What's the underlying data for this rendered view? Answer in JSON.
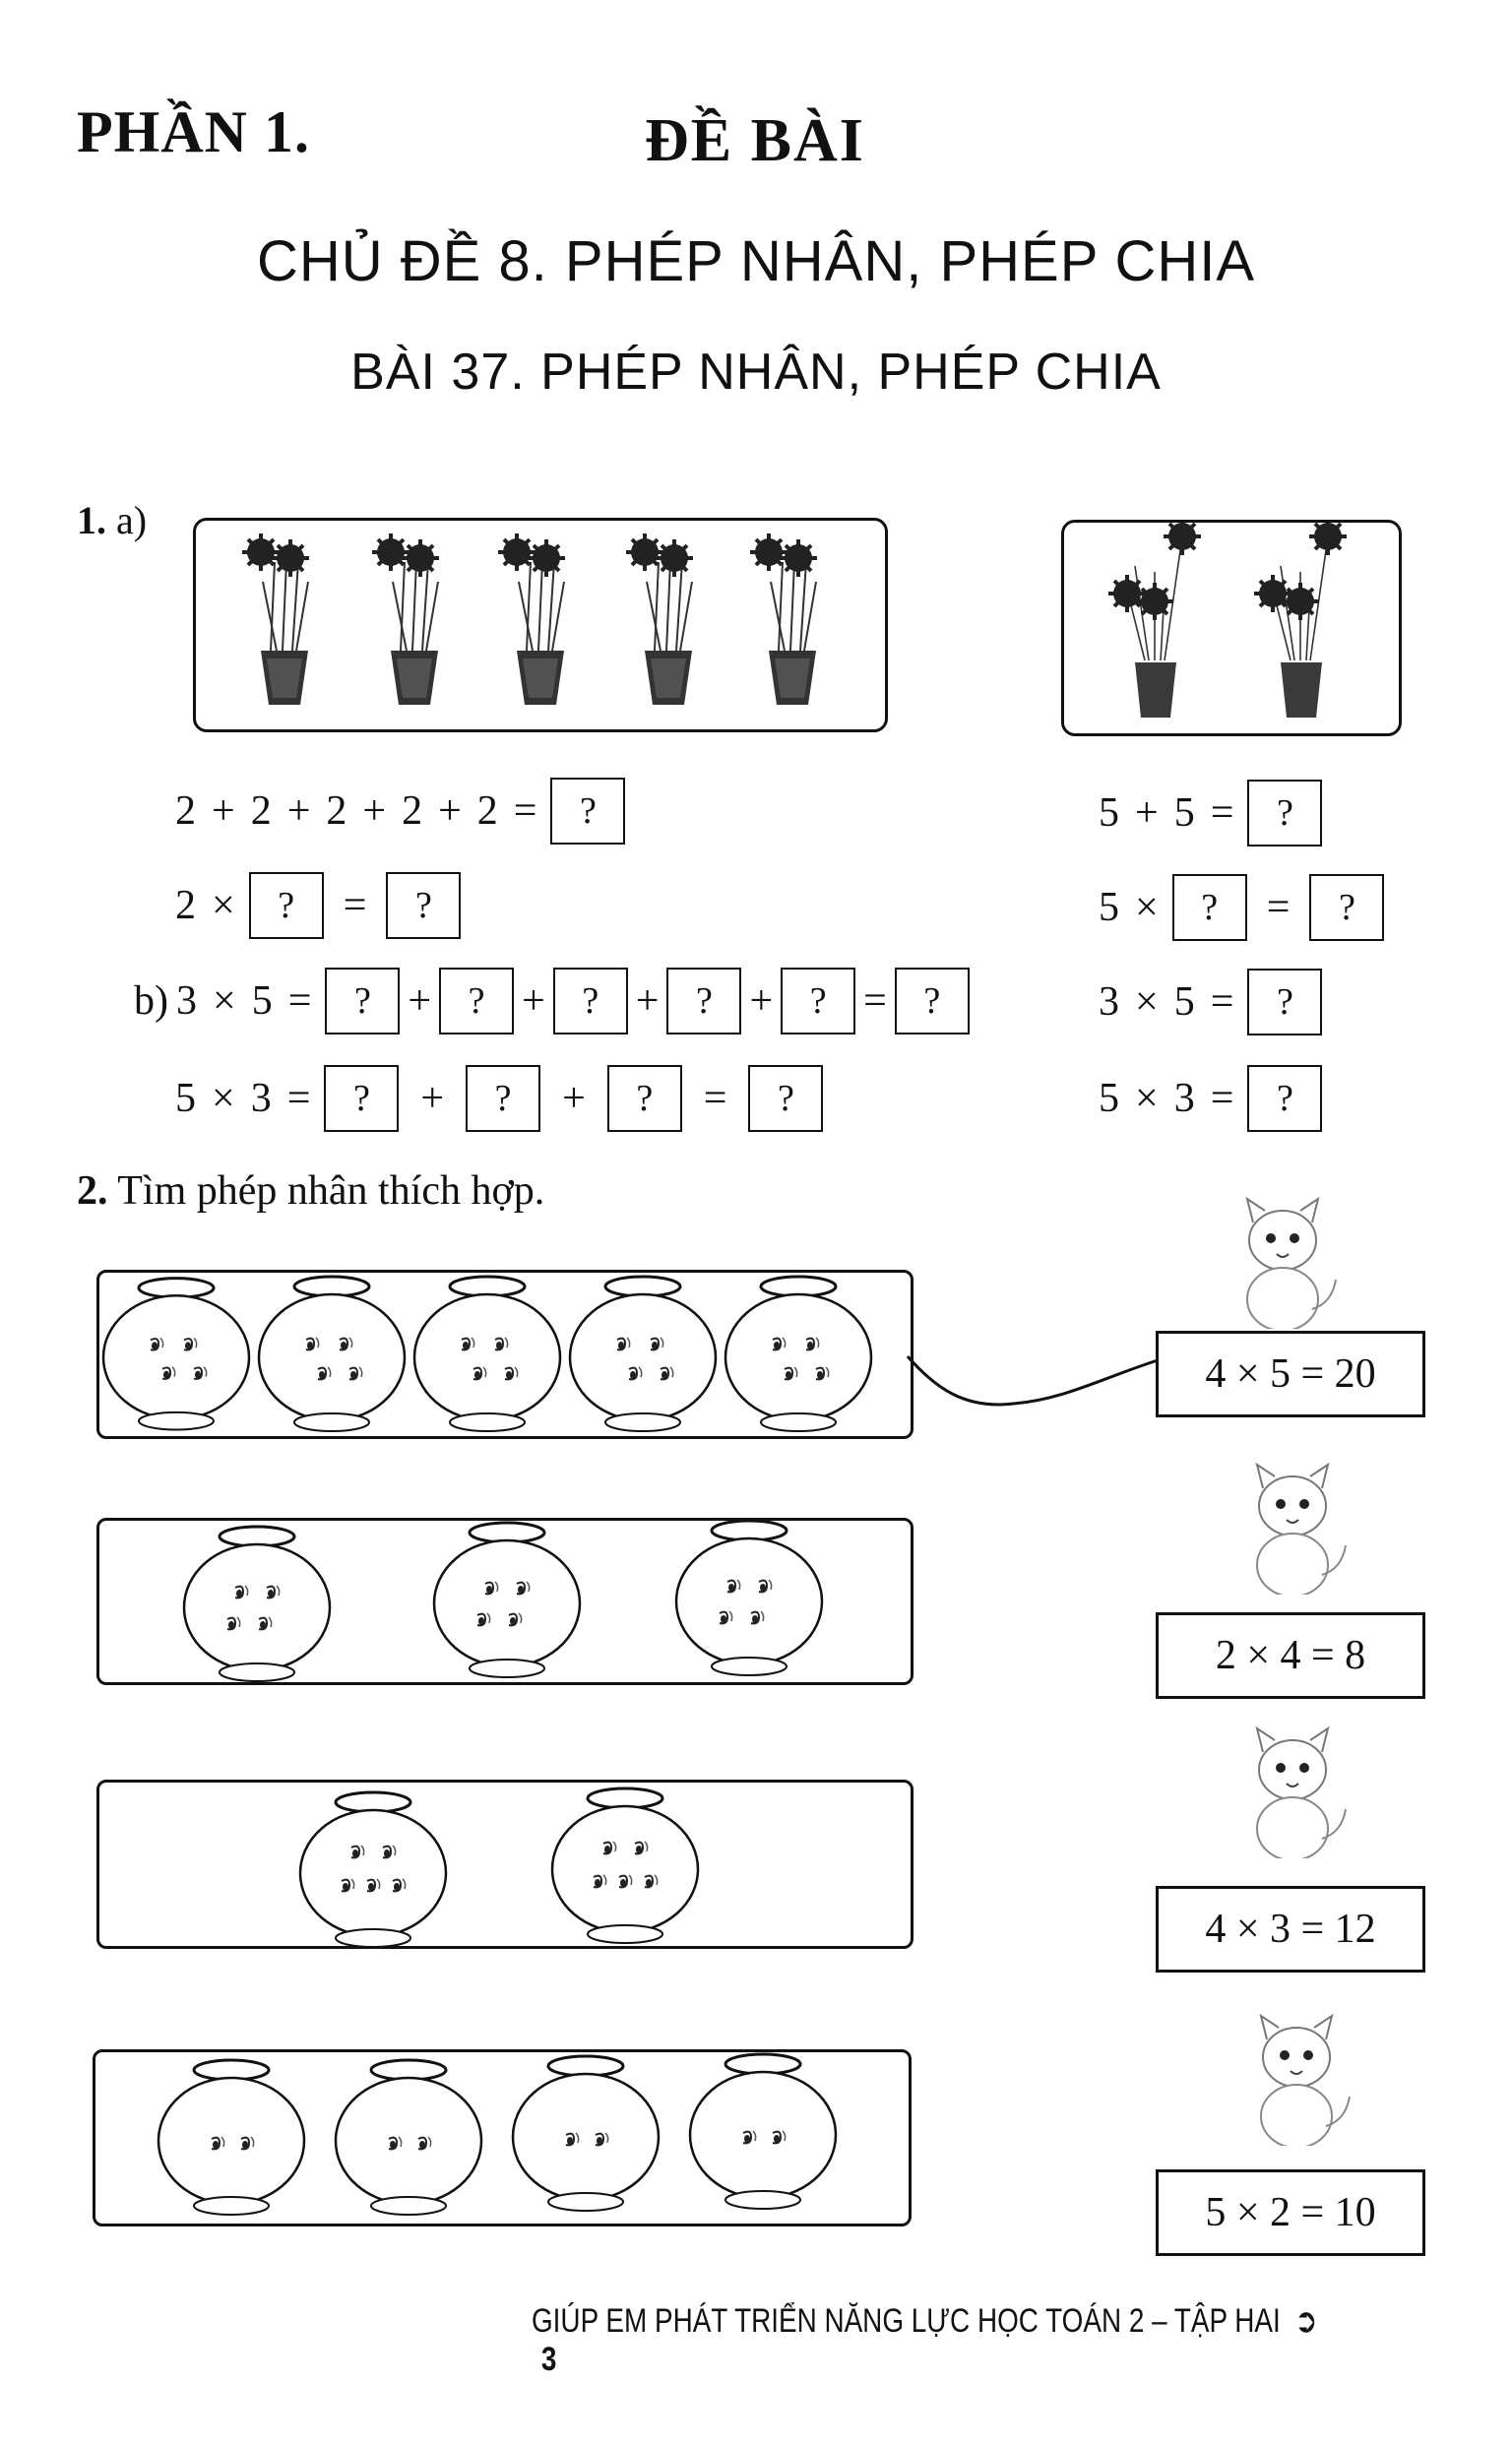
{
  "header": {
    "part": "PHẦN 1.",
    "section": "ĐỀ BÀI",
    "topic": "CHỦ ĐỀ 8. PHÉP NHÂN, PHÉP CHIA",
    "lesson": "BÀI 37. PHÉP NHÂN, PHÉP CHIA"
  },
  "exercise1": {
    "number": "1.",
    "part_a": "a)",
    "part_b": "b)",
    "images": [
      {
        "name": "flower-pots-group",
        "count": 5,
        "flowers_per_pot": 2
      },
      {
        "name": "flower-pots-group",
        "count": 2,
        "flowers_per_pot": 5
      }
    ],
    "rows": [
      {
        "left": [
          "2",
          "+",
          "2",
          "+",
          "2",
          "+",
          "2",
          "+",
          "2",
          "=",
          "?"
        ],
        "right": [
          "5",
          "+",
          "5",
          "=",
          "?"
        ]
      },
      {
        "left": [
          "2",
          "×",
          "?",
          "=",
          "?"
        ],
        "right": [
          "5",
          "×",
          "?",
          "=",
          "?"
        ]
      },
      {
        "left": [
          "3",
          "×",
          "5",
          "=",
          "?",
          "+",
          "?",
          "+",
          "?",
          "+",
          "?",
          "+",
          "?",
          "=",
          "?"
        ],
        "right": [
          "3",
          "×",
          "5",
          "=",
          "?"
        ]
      },
      {
        "left": [
          "5",
          "×",
          "3",
          "=",
          "?",
          "+",
          "?",
          "+",
          "?",
          "=",
          "?"
        ],
        "right": [
          "5",
          "×",
          "3",
          "=",
          "?"
        ]
      }
    ],
    "blank": "?"
  },
  "exercise2": {
    "number": "2.",
    "instruction": "Tìm phép nhân thích hợp.",
    "groups": [
      {
        "bowls": 5,
        "fish_per_bowl": 4
      },
      {
        "bowls": 3,
        "fish_per_bowl": 4
      },
      {
        "bowls": 2,
        "fish_per_bowl": 5
      },
      {
        "bowls": 4,
        "fish_per_bowl": 2
      }
    ],
    "answers": [
      "4 × 5 = 20",
      "2 × 4 = 8",
      "4 × 3 = 12",
      "5 × 2 = 10"
    ],
    "connector": {
      "from_group": 0,
      "to_answer": 0
    }
  },
  "footer": {
    "text": "GIÚP EM PHÁT TRIỂN NĂNG LỰC HỌC TOÁN 2 – TẬP HAI",
    "arrow": "➲",
    "page": "3"
  }
}
